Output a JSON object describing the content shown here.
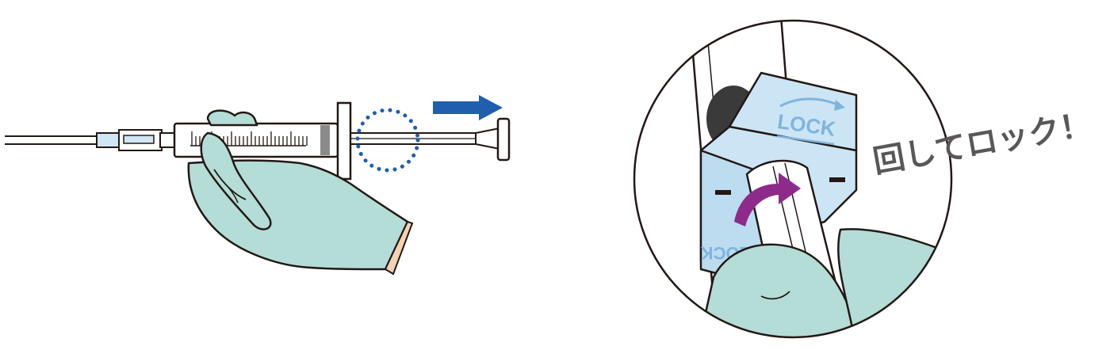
{
  "left_panel": {
    "motion_arrow": {
      "direction": "right",
      "color": "#1f5fad"
    },
    "focus_ring": {
      "style": "dotted",
      "color": "#1f5fad"
    },
    "glove_color": "#b3ddd6",
    "outline_color": "#231815"
  },
  "right_panel": {
    "lock_label_top": "LOCK",
    "lock_label_bottom": "LOCK",
    "caption": "回してロック！",
    "rotate_arrow": {
      "direction": "clockwise",
      "color": "#8e2b8a"
    },
    "lock_body_color": "#cce5f5",
    "lock_text_color": "#7fb4df",
    "caption_color": "#595757"
  }
}
